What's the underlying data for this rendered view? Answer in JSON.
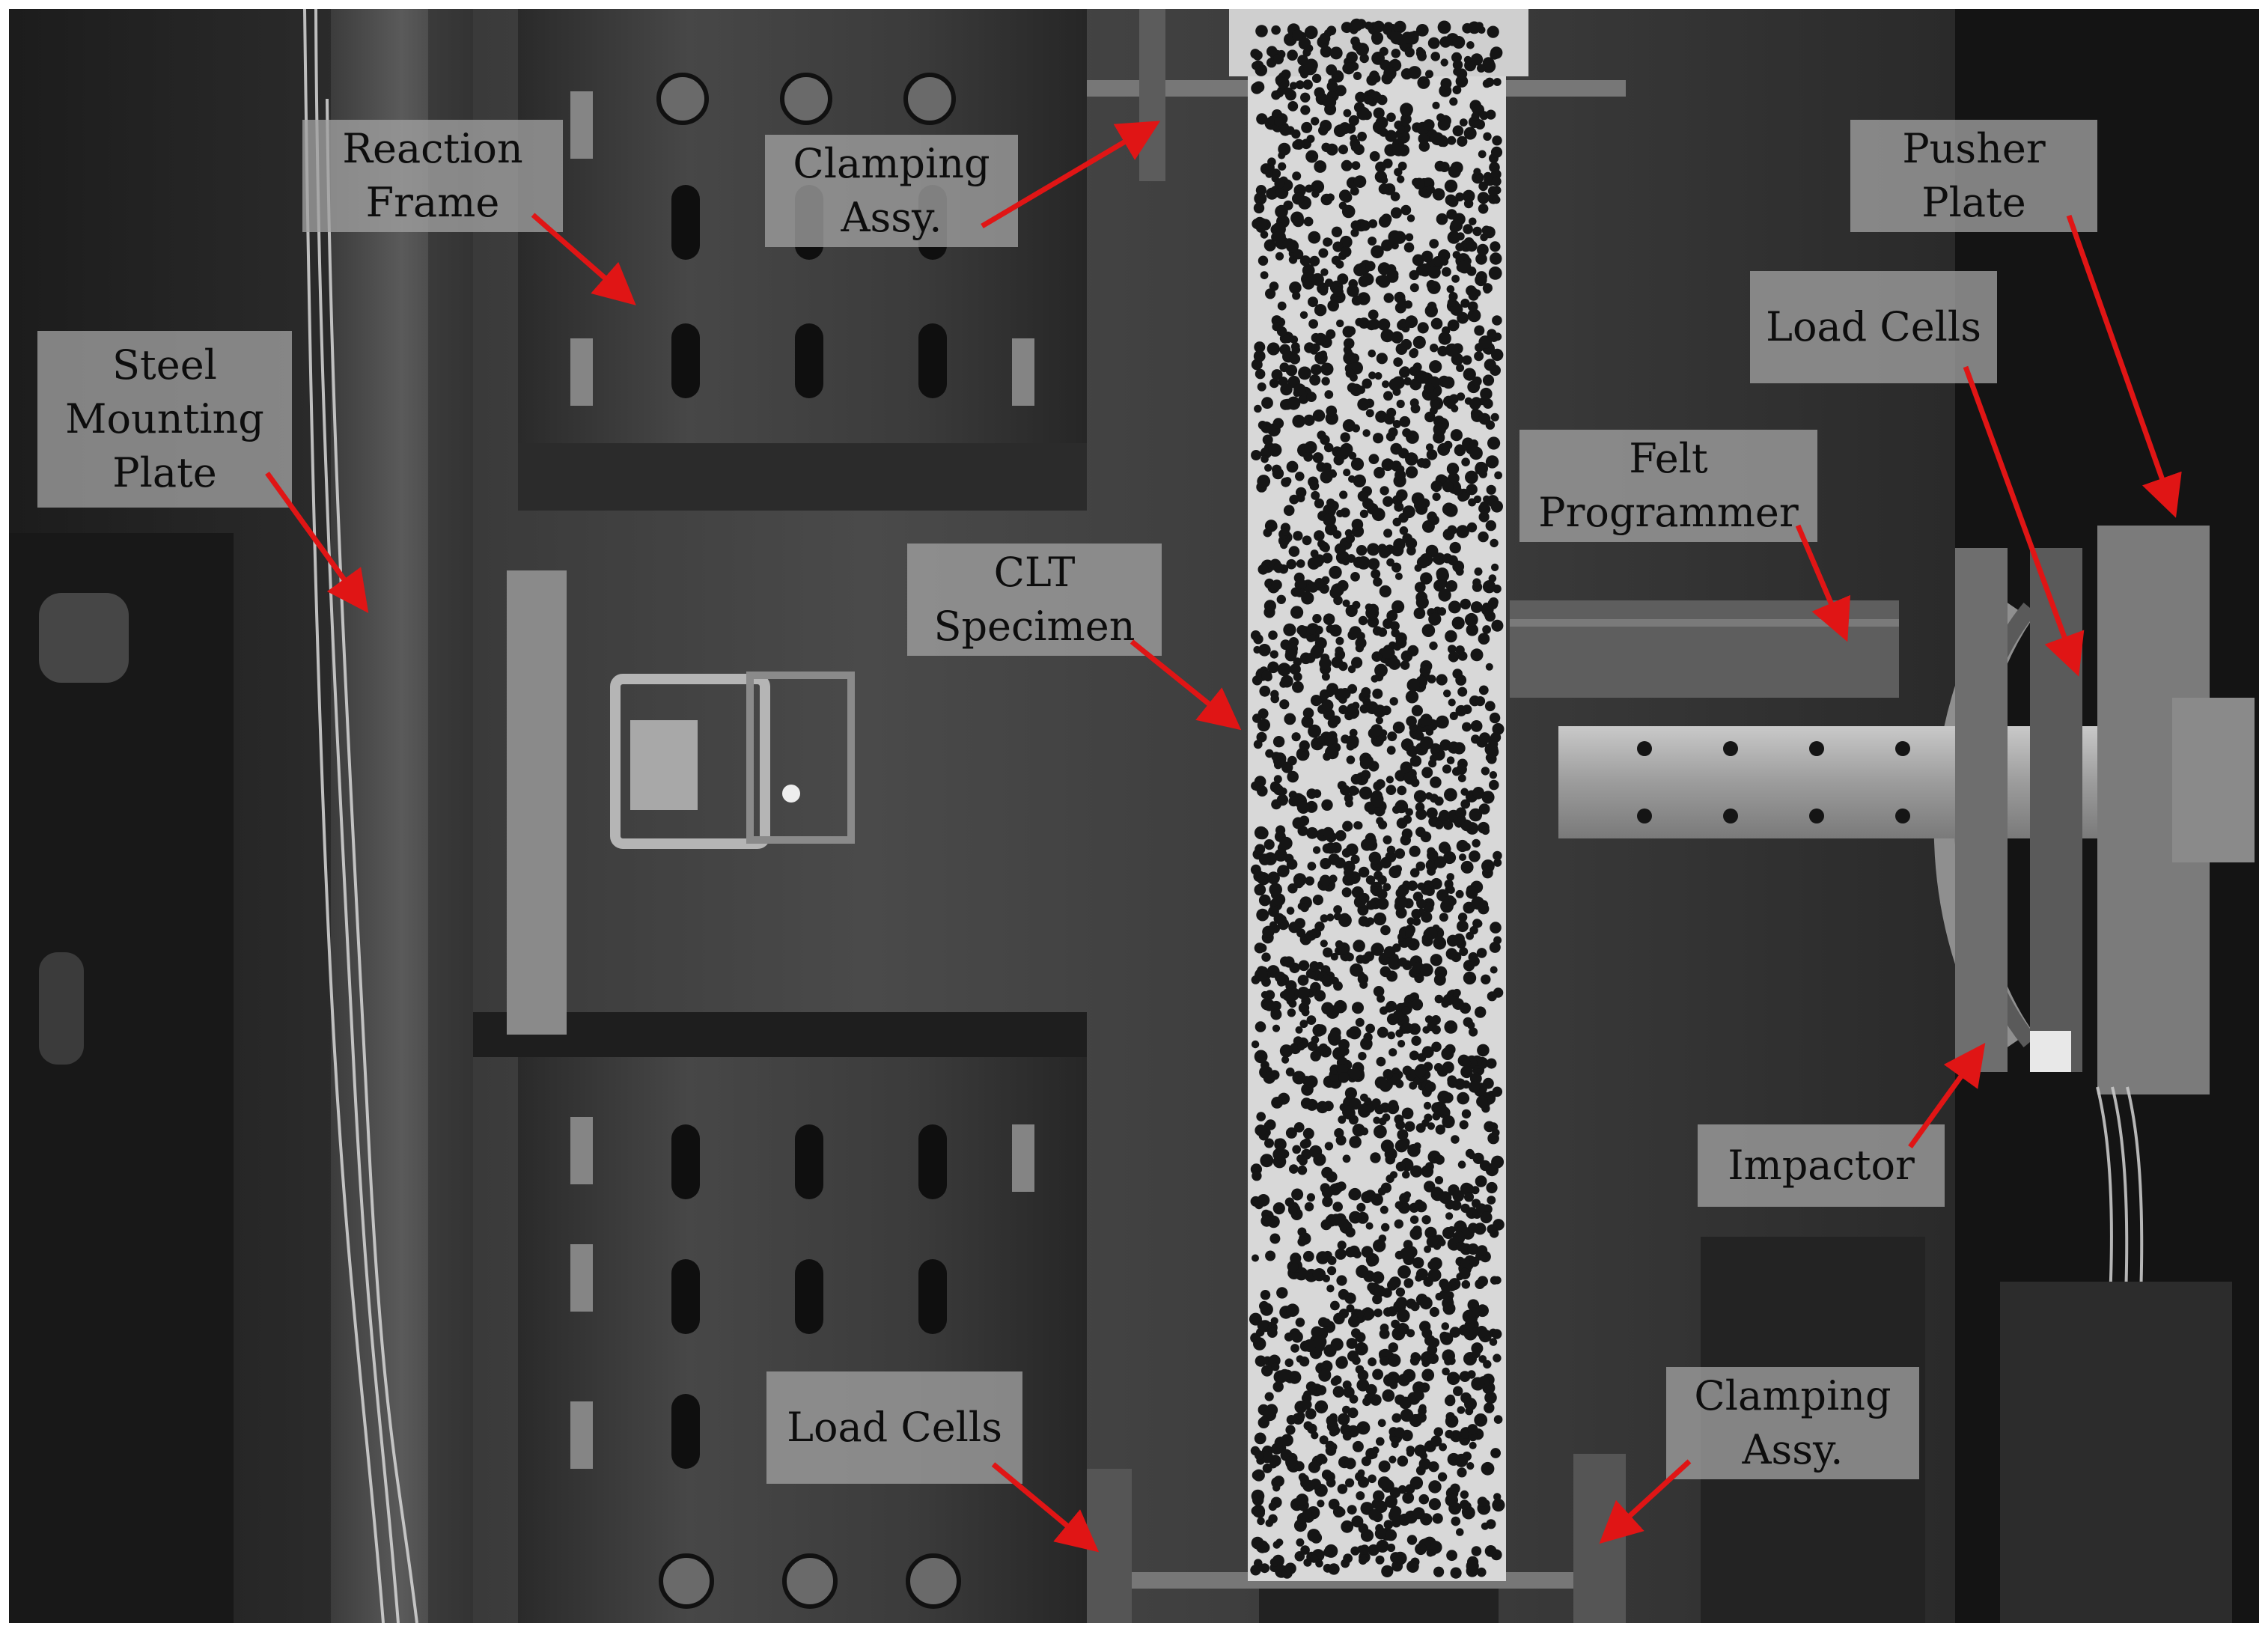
{
  "labels": {
    "reaction_frame": [
      "Reaction",
      "Frame"
    ],
    "clamping_top": [
      "Clamping",
      "Assy."
    ],
    "pusher_plate": [
      "Pusher",
      "Plate"
    ],
    "load_cells_right": [
      "Load Cells"
    ],
    "steel_plate": [
      "Steel",
      "Mounting",
      "Plate"
    ],
    "felt_programmer": [
      "Felt",
      "Programmer"
    ],
    "clt_specimen": [
      "CLT",
      "Specimen"
    ],
    "impactor": [
      "Impactor"
    ],
    "load_cells_bottom": [
      "Load Cells"
    ],
    "clamping_bottom": [
      "Clamping",
      "Assy."
    ]
  },
  "colors": {
    "arrow": "#e01515",
    "label_bg": "#a0a0a0",
    "specimen": "#d8d8d8",
    "speckle": "#151515"
  }
}
